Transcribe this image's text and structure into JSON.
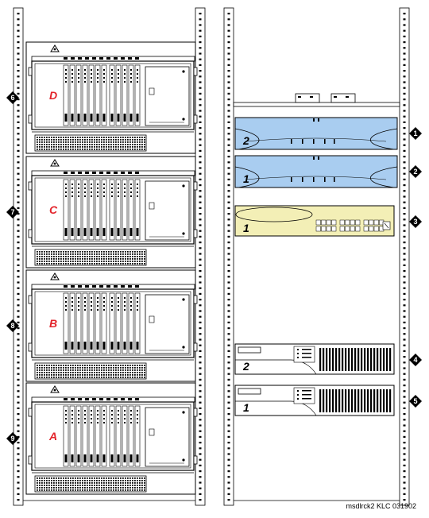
{
  "colors": {
    "cabinet_letter": "#e3242b",
    "switch_fill": "#a9cdf0",
    "hub_fill": "#f3efb6",
    "line": "#000000"
  },
  "left_rack": {
    "cabinets": [
      {
        "letter": "D",
        "callout": "6"
      },
      {
        "letter": "C",
        "callout": "7"
      },
      {
        "letter": "B",
        "callout": "8"
      },
      {
        "letter": "A",
        "callout": "9"
      }
    ]
  },
  "right_rack": {
    "units": [
      {
        "type": "switch",
        "label": "2",
        "callout": "1"
      },
      {
        "type": "switch",
        "label": "1",
        "callout": "2"
      },
      {
        "type": "hub",
        "label": "1",
        "callout": "3"
      },
      {
        "type": "ups",
        "label": "2",
        "callout": "4"
      },
      {
        "type": "ups",
        "label": "1",
        "callout": "5"
      }
    ]
  },
  "caption": "msdlrck2 KLC 031902"
}
